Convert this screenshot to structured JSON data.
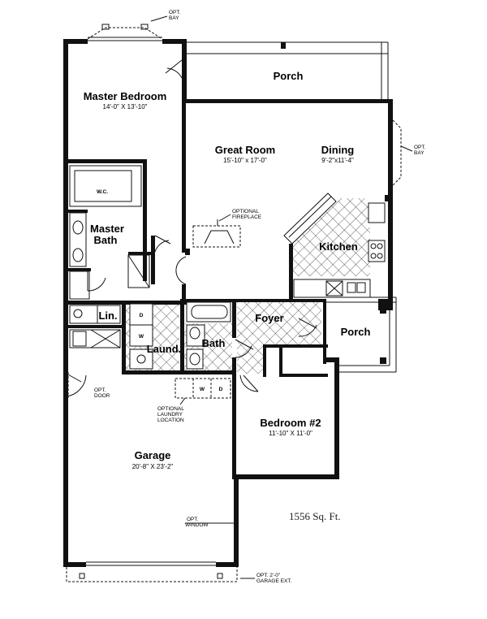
{
  "rooms": {
    "porch_top": {
      "name": "Porch"
    },
    "master_bedroom": {
      "name": "Master Bedroom",
      "dims": "14'-0\" X 13'-10\""
    },
    "great_room": {
      "name": "Great Room",
      "dims": "15'-10\" x 17'-0\""
    },
    "dining": {
      "name": "Dining",
      "dims": "9'-2\"x11'-4\""
    },
    "wc": {
      "name": "W.C."
    },
    "master_bath": {
      "name_line1": "Master",
      "name_line2": "Bath"
    },
    "kitchen": {
      "name": "Kitchen"
    },
    "linen": {
      "name": "Lin."
    },
    "foyer": {
      "name": "Foyer"
    },
    "porch_front": {
      "name": "Porch"
    },
    "laundry": {
      "name": "Laund."
    },
    "bath": {
      "name": "Bath"
    },
    "bedroom2": {
      "name": "Bedroom #2",
      "dims": "11'-10\" X 11'-0\""
    },
    "garage": {
      "name": "Garage",
      "dims": "20'-8\" X 23'-2\""
    }
  },
  "notes": {
    "opt_bay_top": {
      "line1": "OPT.",
      "line2": "BAY"
    },
    "opt_bay_right": {
      "line1": "OPT.",
      "line2": "BAY"
    },
    "optional_fireplace": {
      "line1": "OPTIONAL",
      "line2": "FIREPLACE"
    },
    "opt_door": {
      "line1": "OPT.",
      "line2": "DOOR"
    },
    "optional_laundry": {
      "line1": "OPTIONAL",
      "line2": "LAUNDRY",
      "line3": "LOCATION"
    },
    "opt_window": {
      "line1": "OPT.",
      "line2": "WINDOW"
    },
    "garage_ext": {
      "line1": "OPT. 2'-0\"",
      "line2": "GARAGE EXT."
    }
  },
  "appliances": {
    "dryer": "D",
    "washer": "W",
    "opt_washer": "W",
    "opt_dryer": "D"
  },
  "square_footage": "1556 Sq. Ft."
}
